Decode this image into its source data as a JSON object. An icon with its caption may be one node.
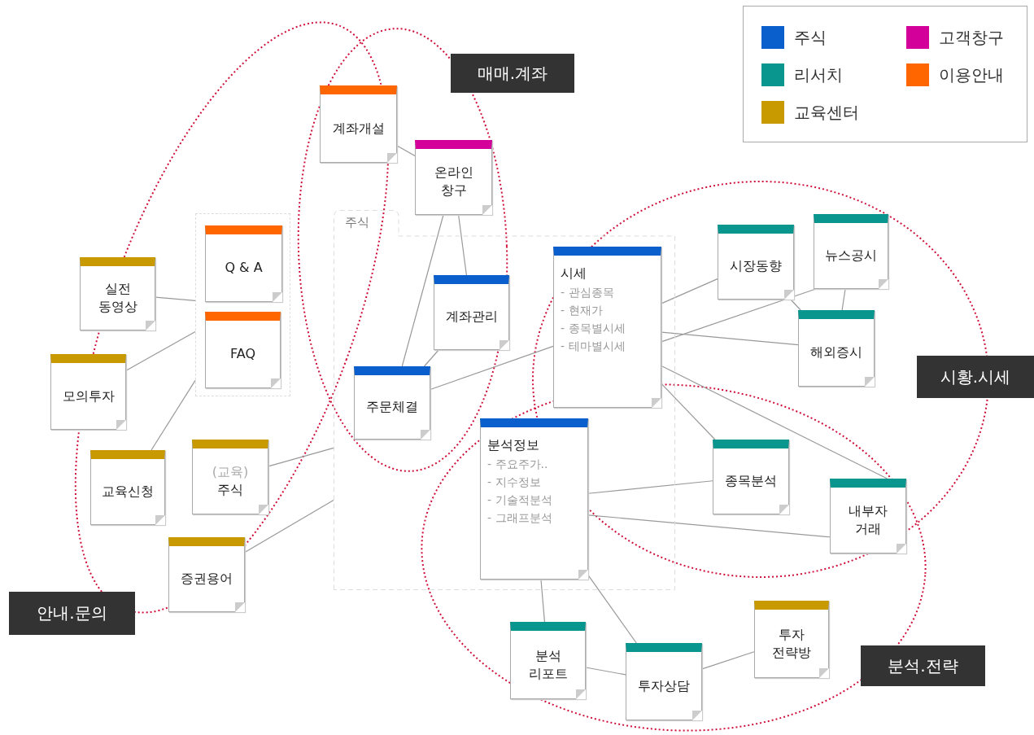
{
  "diagram": {
    "nodes": [
      {
        "text": [
          "계좌개설"
        ]
      },
      {
        "text": [
          "매매.계좌"
        ]
      },
      {
        "text": [
          "온라인 창구"
        ]
      },
      {
        "text": [
          "주식"
        ]
      },
      {
        "text": [],
        "shape": "box"
      },
      {
        "text": [
          "Q & A"
        ],
        "in": 4
      },
      {
        "text": [
          "FAQ"
        ],
        "in": 4
      },
      {
        "text": [
          "실전 동영상"
        ]
      },
      {
        "text": [
          "모의투자"
        ]
      },
      {
        "text": [
          "교육신청"
        ]
      },
      {
        "text": [
          "(교육)",
          "주식"
        ]
      },
      {
        "text": [
          "증권용어"
        ]
      },
      {
        "text": [
          "안내.문의"
        ]
      },
      {
        "text": [
          "계좌관리"
        ],
        "in": 3
      },
      {
        "text": [
          "주문체결"
        ],
        "in": 3
      },
      {
        "text": [
          "시세",
          "- 관심종목",
          "- 현재가",
          "- 종목별시세",
          "- 테마별시세"
        ],
        "in": 3
      },
      {
        "text": [
          "분석정보",
          "- 주요주가..",
          "- 지수정보",
          "- 기술적분석",
          "- 그래프분석"
        ],
        "in": 3
      },
      {
        "text": [
          "시장동향"
        ]
      },
      {
        "text": [
          "뉴스공시"
        ]
      },
      {
        "text": [
          "해외증시"
        ]
      },
      {
        "text": [
          "시황.시세"
        ]
      },
      {
        "text": [
          "종목분석"
        ]
      },
      {
        "text": [
          "내부자 거래"
        ]
      },
      {
        "text": [
          "분석 리포트"
        ]
      },
      {
        "text": [
          "투자상담"
        ]
      },
      {
        "text": [
          "투자 전략방"
        ]
      },
      {
        "text": [
          "분석.전략"
        ]
      }
    ],
    "edges": [
      {
        "from": 0,
        "to": 2,
        "arrow": "none"
      },
      {
        "from": 2,
        "to": 13,
        "arrow": "none"
      },
      {
        "from": 2,
        "to": 14,
        "arrow": "none"
      },
      {
        "from": 13,
        "to": 14,
        "arrow": "none"
      },
      {
        "from": 14,
        "to": 15,
        "arrow": "none"
      },
      {
        "from": 7,
        "to": 4,
        "arrow": "none"
      },
      {
        "from": 8,
        "to": 4,
        "arrow": "none"
      },
      {
        "from": 9,
        "to": 4,
        "arrow": "none"
      },
      {
        "from": 10,
        "to": 3,
        "arrow": "none"
      },
      {
        "from": 11,
        "to": 3,
        "arrow": "none"
      },
      {
        "from": 15,
        "to": 17,
        "arrow": "none"
      },
      {
        "from": 15,
        "to": 18,
        "arrow": "none"
      },
      {
        "from": 15,
        "to": 19,
        "arrow": "none"
      },
      {
        "from": 17,
        "to": 19,
        "arrow": "none"
      },
      {
        "from": 18,
        "to": 19,
        "arrow": "none"
      },
      {
        "from": 15,
        "to": 21,
        "arrow": "none"
      },
      {
        "from": 15,
        "to": 22,
        "arrow": "none"
      },
      {
        "from": 16,
        "to": 21,
        "arrow": "none"
      },
      {
        "from": 16,
        "to": 22,
        "arrow": "none"
      },
      {
        "from": 16,
        "to": 23,
        "arrow": "none"
      },
      {
        "from": 16,
        "to": 24,
        "arrow": "none"
      },
      {
        "from": 23,
        "to": 24,
        "arrow": "none"
      },
      {
        "from": 24,
        "to": 25,
        "arrow": "none"
      }
    ],
    "legend": [
      {
        "text": "주식",
        "color": "#0a5fcc"
      },
      {
        "text": "리서치",
        "color": "#08968f"
      },
      {
        "text": "교육센터",
        "color": "#c99a00"
      },
      {
        "text": "고객창구",
        "color": "#d4009a"
      },
      {
        "text": "이용안내",
        "color": "#ff6600"
      }
    ]
  }
}
